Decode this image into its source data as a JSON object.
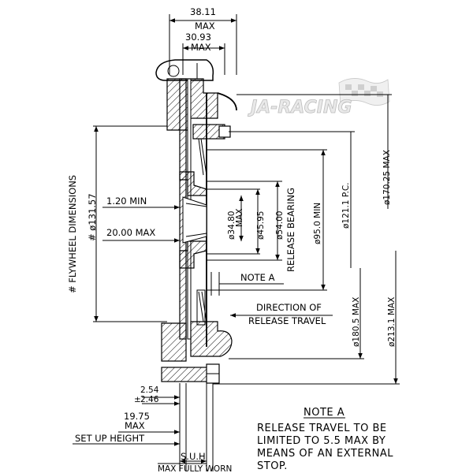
{
  "watermark": {
    "text": "JA-RACING"
  },
  "dims": {
    "top_overall": "38.11",
    "top_overall_sub": "MAX",
    "top_inner": "30.93",
    "top_inner_sub": "MAX",
    "min_120": "1.20 MIN",
    "max_2000": "20.00 MAX",
    "d_13157": "# ø131.57",
    "flywheel_label": "# FLYWHEEL DIMENSIONS",
    "d_3480": "ø34.80",
    "d_3480_sub": "MAX",
    "d_4595": "ø45.95",
    "d_5400": "ø54.00",
    "release_bearing": "RELEASE BEARING",
    "d_950": "ø95.0 MIN",
    "d_1211": "ø121.1 P.C.",
    "d_17025": "ø170.25 MAX",
    "d_1805": "ø180.5 MAX",
    "d_2131": "ø213.1 MAX",
    "note_a_ref": "NOTE A",
    "direction_line1": "DIRECTION OF",
    "direction_line2": "RELEASE TRAVEL",
    "d_254": "2.54",
    "d_246": "2.46",
    "d_1975": "19.75",
    "d_1975_sub": "MAX",
    "setup_height": "SET UP HEIGHT",
    "suh": "S.U.H",
    "max_fully_worn": "MAX FULLY WORN"
  },
  "note": {
    "title": "NOTE A",
    "line1": "RELEASE TRAVEL TO BE",
    "line2": "LIMITED TO 5.5 MAX BY",
    "line3": "MEANS OF AN EXTERNAL",
    "line4": "STOP."
  }
}
